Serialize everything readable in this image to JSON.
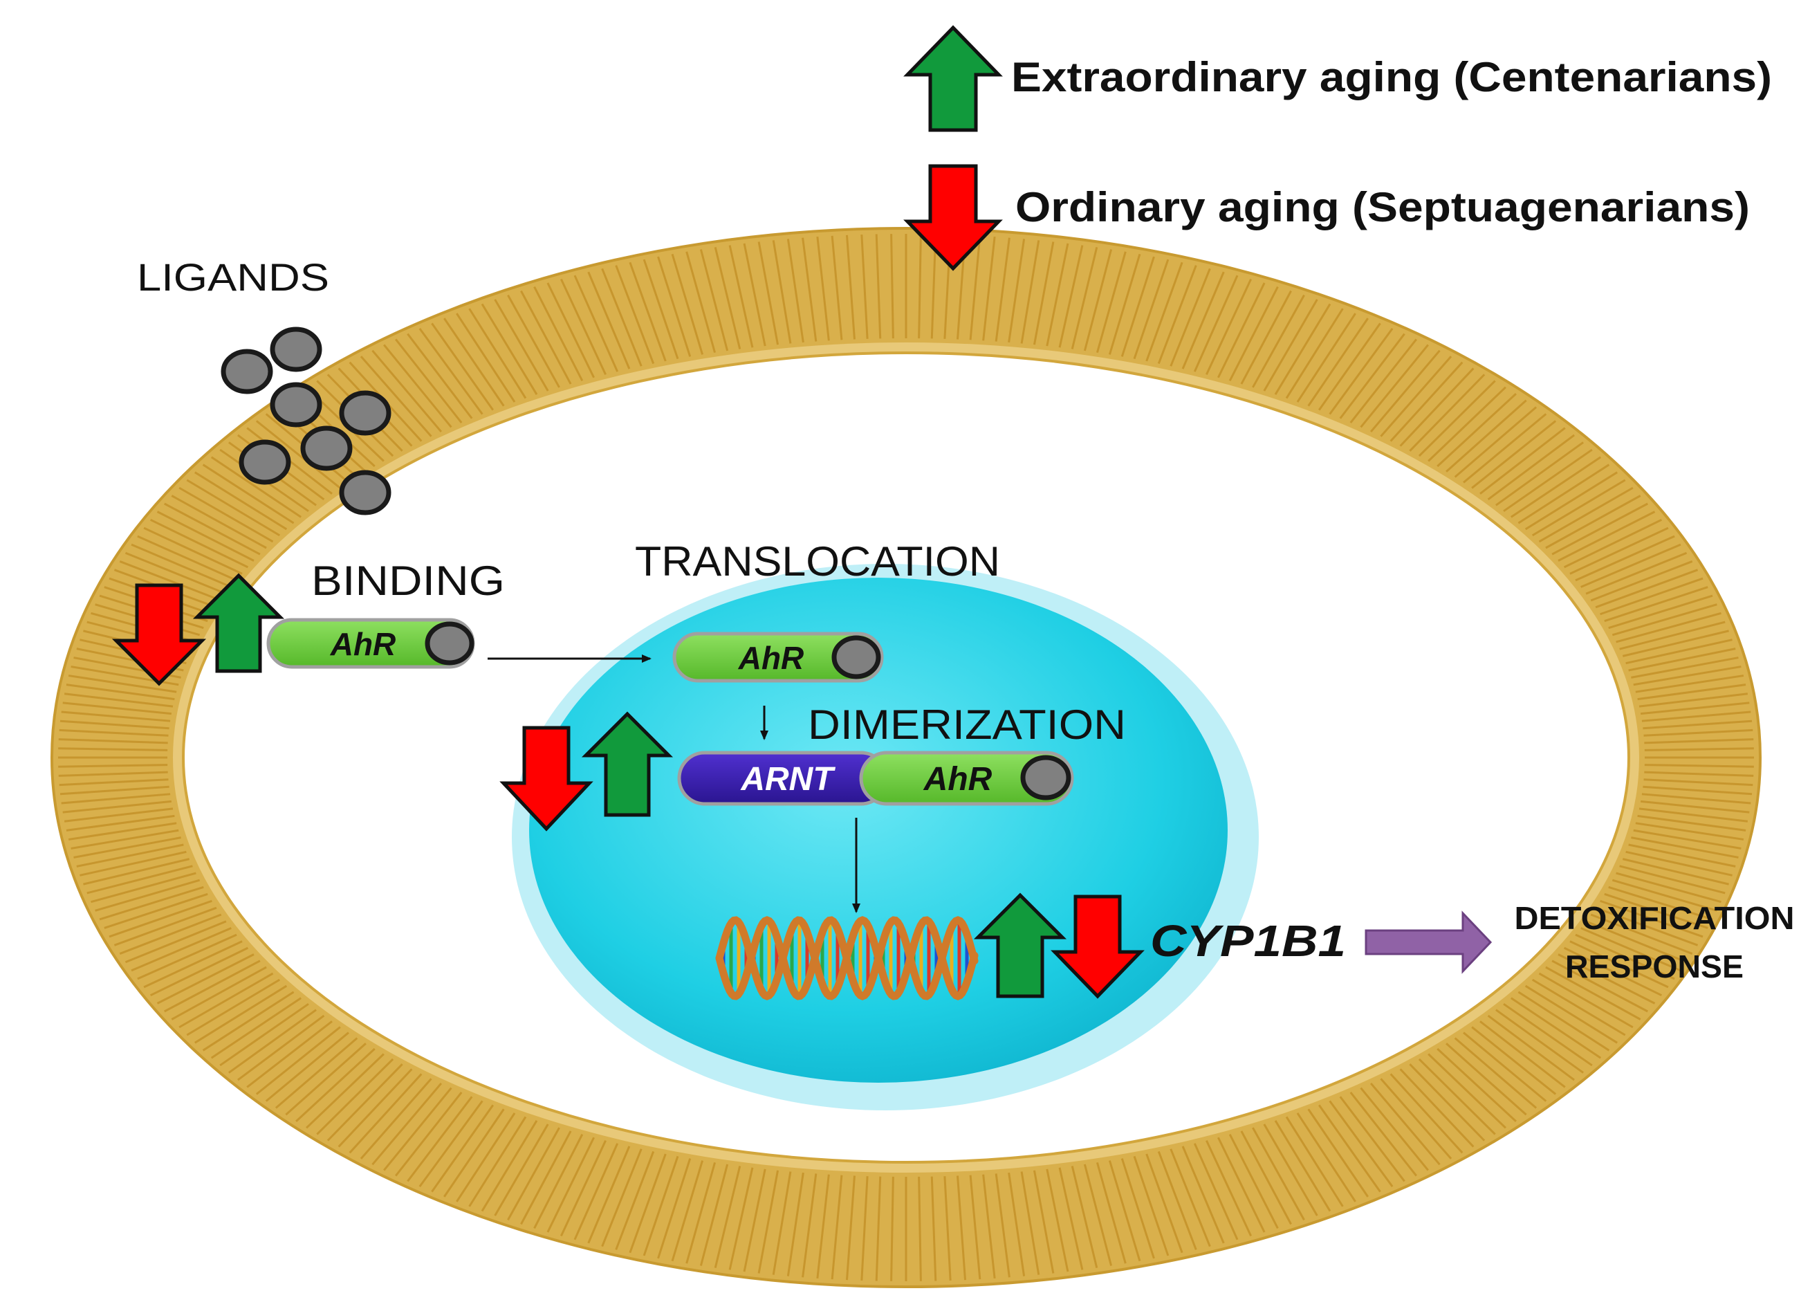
{
  "legend": {
    "up_label": "Extraordinary aging (Centenarians)",
    "down_label": "Ordinary aging (Septuagenarians)"
  },
  "labels": {
    "ligands": "LIGANDS",
    "binding": "BINDING",
    "translocation": "TRANSLOCATION",
    "dimerization": "DIMERIZATION",
    "gene": "CYP1B1",
    "response_line1": "DETOXIFICATION",
    "response_line2": "RESPONSE"
  },
  "molecules": {
    "ahr": "AhR",
    "arnt": "ARNT"
  },
  "colors": {
    "up_arrow": "#119a3c",
    "down_arrow": "#ff0000",
    "ahr": "#6ecc3c",
    "arnt": "#3a1fb0",
    "membrane": "#d8ad45",
    "nucleus": "#20d2e6",
    "ligand": "#808080",
    "response_arrow": "#9062a6"
  },
  "icons": [
    "up-arrow-icon",
    "down-arrow-icon",
    "dna-helix-icon",
    "ligand-icon"
  ]
}
